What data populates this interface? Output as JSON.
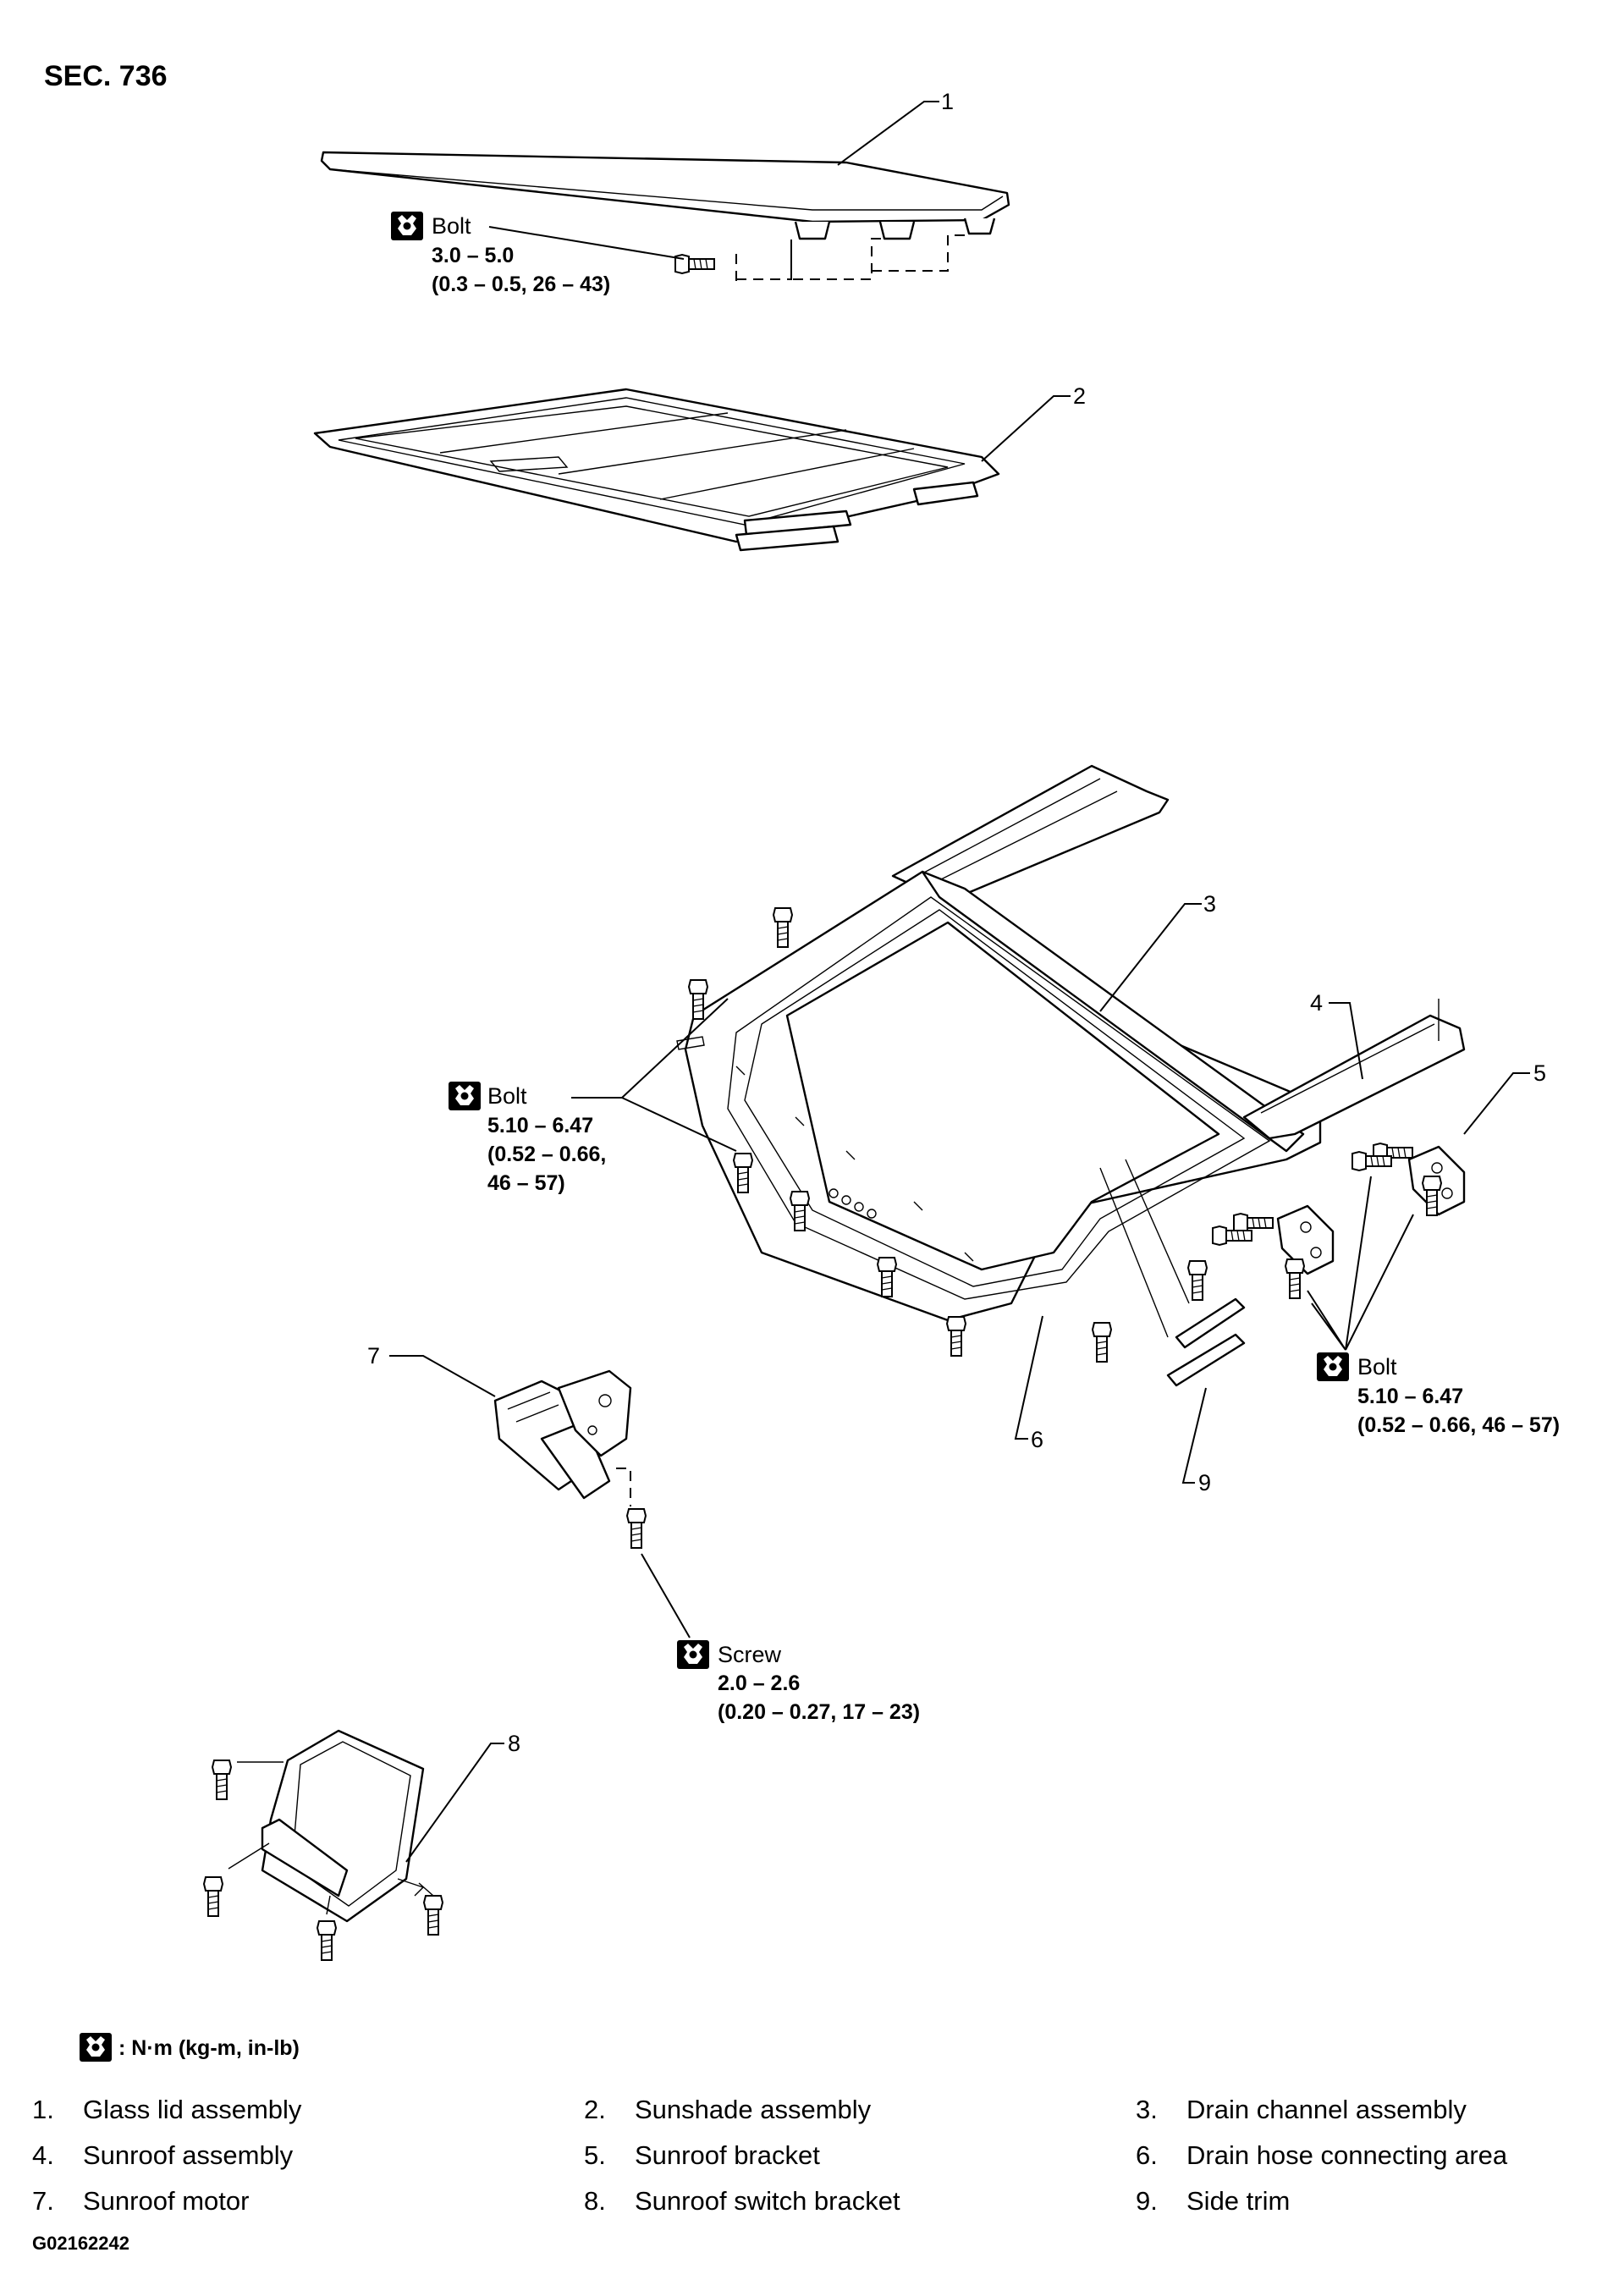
{
  "section": "SEC. 736",
  "callout_numbers": [
    "1",
    "2",
    "3",
    "4",
    "5",
    "6",
    "7",
    "8",
    "9"
  ],
  "torque_specs": {
    "glass_lid_bolt": {
      "name": "Bolt",
      "value": "3.0 – 5.0",
      "alt": "(0.3 – 0.5, 26 – 43)"
    },
    "drain_channel_bolt": {
      "name": "Bolt",
      "value": "5.10 – 6.47",
      "alt1": "(0.52 – 0.66,",
      "alt2": "46 – 57)"
    },
    "bracket_bolt": {
      "name": "Bolt",
      "value": "5.10 – 6.47",
      "alt": "(0.52 – 0.66, 46 – 57)"
    },
    "motor_screw": {
      "name": "Screw",
      "value": "2.0 – 2.6",
      "alt": "(0.20 – 0.27, 17 – 23)"
    }
  },
  "units_note": ": N·m (kg-m, in-lb)",
  "icon": "torque-wrench-icon",
  "legend": [
    {
      "num": "1.",
      "label": "Glass lid assembly"
    },
    {
      "num": "2.",
      "label": "Sunshade assembly"
    },
    {
      "num": "3.",
      "label": "Drain channel assembly"
    },
    {
      "num": "4.",
      "label": "Sunroof assembly"
    },
    {
      "num": "5.",
      "label": "Sunroof bracket"
    },
    {
      "num": "6.",
      "label": "Drain hose connecting area"
    },
    {
      "num": "7.",
      "label": "Sunroof motor"
    },
    {
      "num": "8.",
      "label": "Sunroof switch bracket"
    },
    {
      "num": "9.",
      "label": "Side trim"
    }
  ],
  "image_id": "G02162242"
}
